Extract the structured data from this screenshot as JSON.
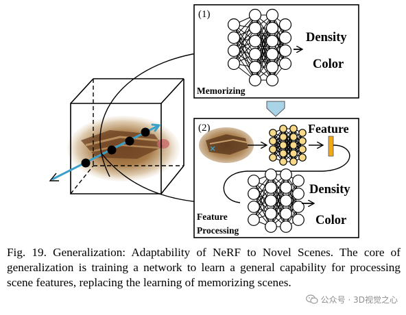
{
  "panel1": {
    "number": "(1)",
    "output_top": "Density",
    "output_bottom": "Color",
    "label": "Memorizing"
  },
  "panel2": {
    "number": "(2)",
    "feature_label": "Feature",
    "output_top": "Density",
    "output_bottom": "Color",
    "label_line1": "Feature",
    "label_line2": "Processing"
  },
  "caption": "Fig. 19. Generalization: Adaptability of NeRF to Novel Scenes. The core of generalization is training a network to learn a general capability for processing scene features, replacing the learning of memorizing scenes.",
  "watermark": "公众号 · 3D视觉之心",
  "colors": {
    "ray": "#3aa0c8",
    "down_arrow": "#a9d3e6",
    "feature_node": "#f7d98a",
    "feature_bar": "#f2a818"
  }
}
